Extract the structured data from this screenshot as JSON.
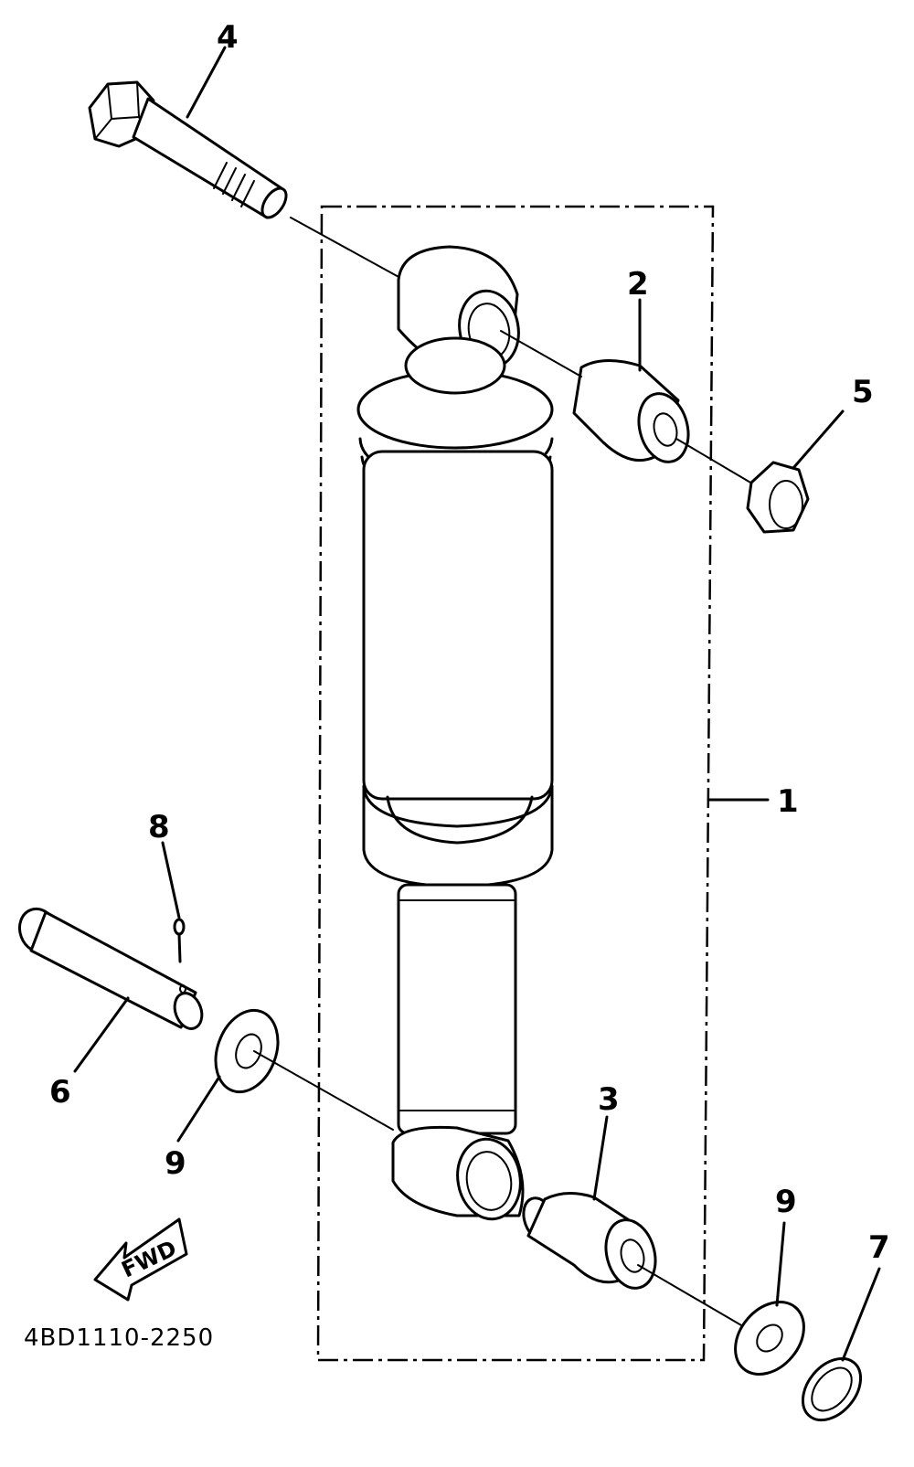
{
  "diagram": {
    "callouts": {
      "c1": "1",
      "c2": "2",
      "c3": "3",
      "c4": "4",
      "c5": "5",
      "c6": "6",
      "c7": "7",
      "c8": "8",
      "c9a": "9",
      "c9b": "9"
    },
    "direction_label": "FWD",
    "drawing_code": "4BD1110-2250"
  }
}
